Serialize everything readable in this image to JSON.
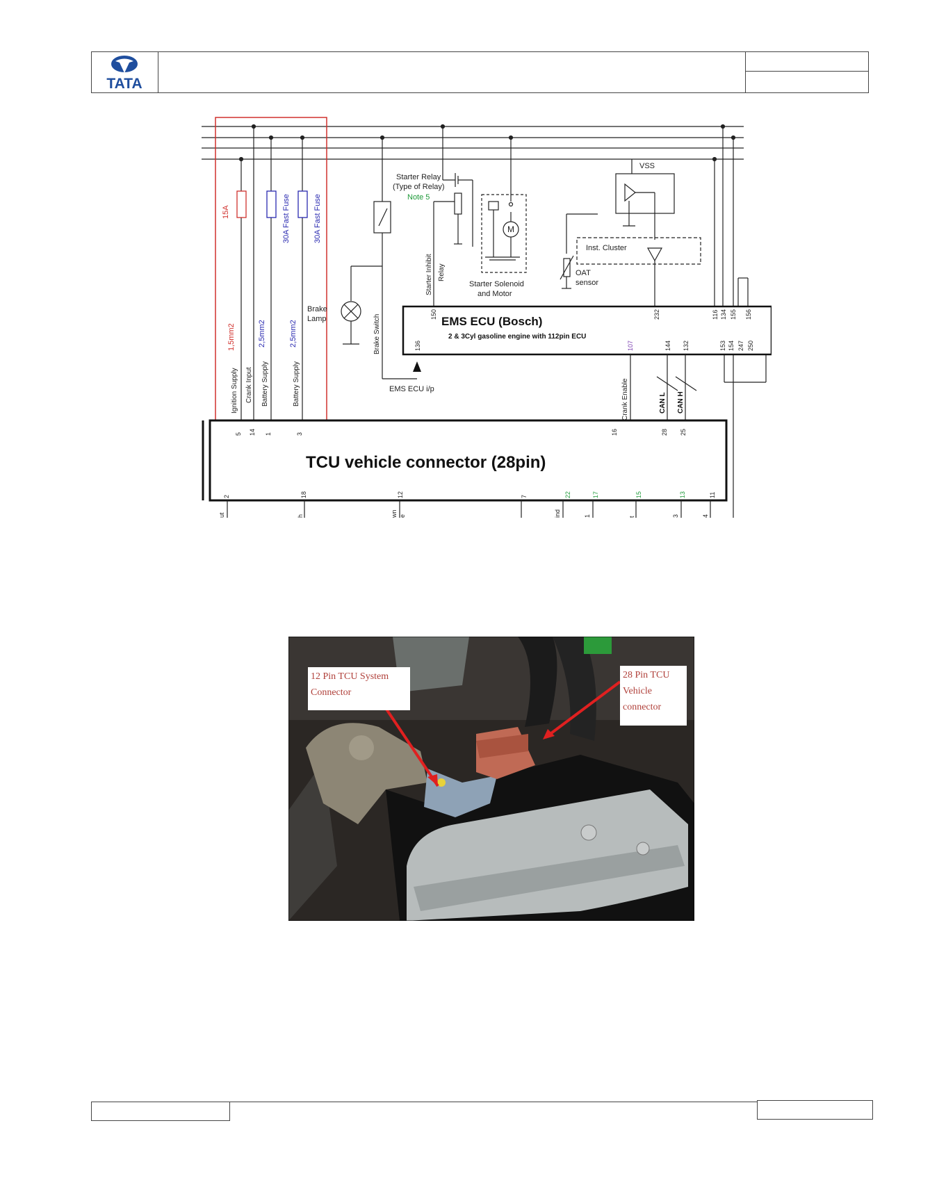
{
  "header": {
    "logo_text": "TATA",
    "brand_color": "#1f4e9e"
  },
  "diagram": {
    "fuse_15a": "15A",
    "fuse_30a_1": "30A Fast Fuse",
    "fuse_30a_2": "30A Fast Fuse",
    "wire_1_5": "1,5mm2",
    "wire_2_5_a": "2,5mm2",
    "wire_2_5_b": "2,5mm2",
    "ignition_supply": "Ignition Supply",
    "crank_input": "Crank Input",
    "battery_supply_1": "Battery Supply",
    "battery_supply_2": "Battery Supply",
    "brake_lamp_1": "Brake",
    "brake_lamp_2": "Lamp",
    "brake_switch": "Brake Switch",
    "starter_relay_1": "Starter Relay",
    "starter_relay_2": "(Type of Relay)",
    "note5": "Note 5",
    "starter_inhibit_1": "Starter Inhibit",
    "starter_inhibit_2": "Relay",
    "solenoid_1": "Starter Solenoid",
    "solenoid_2": "and Motor",
    "motor": "M",
    "vss": "VSS",
    "inst_cluster": "Inst. Cluster",
    "oat_1": "OAT",
    "oat_2": "sensor",
    "ems_title": "EMS  ECU (Bosch)",
    "ems_subtitle": "2 & 3Cyl gasoline engine with 112pin ECU",
    "ems_pins_top": [
      "150",
      "232",
      "116",
      "134",
      "155",
      "156"
    ],
    "ems_pins_bottom": [
      "136",
      "107",
      "144",
      "132",
      "153",
      "154",
      "247",
      "250"
    ],
    "ems_ip": "EMS ECU  i/p",
    "crank_enable": "Crank Enable",
    "can_l": "CAN L",
    "can_h": "CAN H",
    "tcu_title": "TCU  vehicle connector (28pin)",
    "tcu_pins_top": [
      "5",
      "14",
      "1",
      "3",
      "16",
      "28",
      "25"
    ],
    "tcu_pins_bottom": [
      "2",
      "18",
      "12",
      "7",
      "22",
      "17",
      "15",
      "13",
      "11"
    ],
    "bottom_fragments": [
      "ut",
      "h",
      "wn",
      "e",
      "ind",
      "1",
      "t",
      "3",
      "4"
    ],
    "red_color": "#d0312d",
    "blue_color": "#2a2ab0",
    "green_color": "#1f9a3a",
    "purple_color": "#7b3fb0"
  },
  "photo": {
    "label_left": "12 Pin TCU System Connector",
    "label_right": "28 Pin TCU Vehicle connector",
    "arrow_color": "#e02020",
    "label_color": "#b0403a"
  }
}
